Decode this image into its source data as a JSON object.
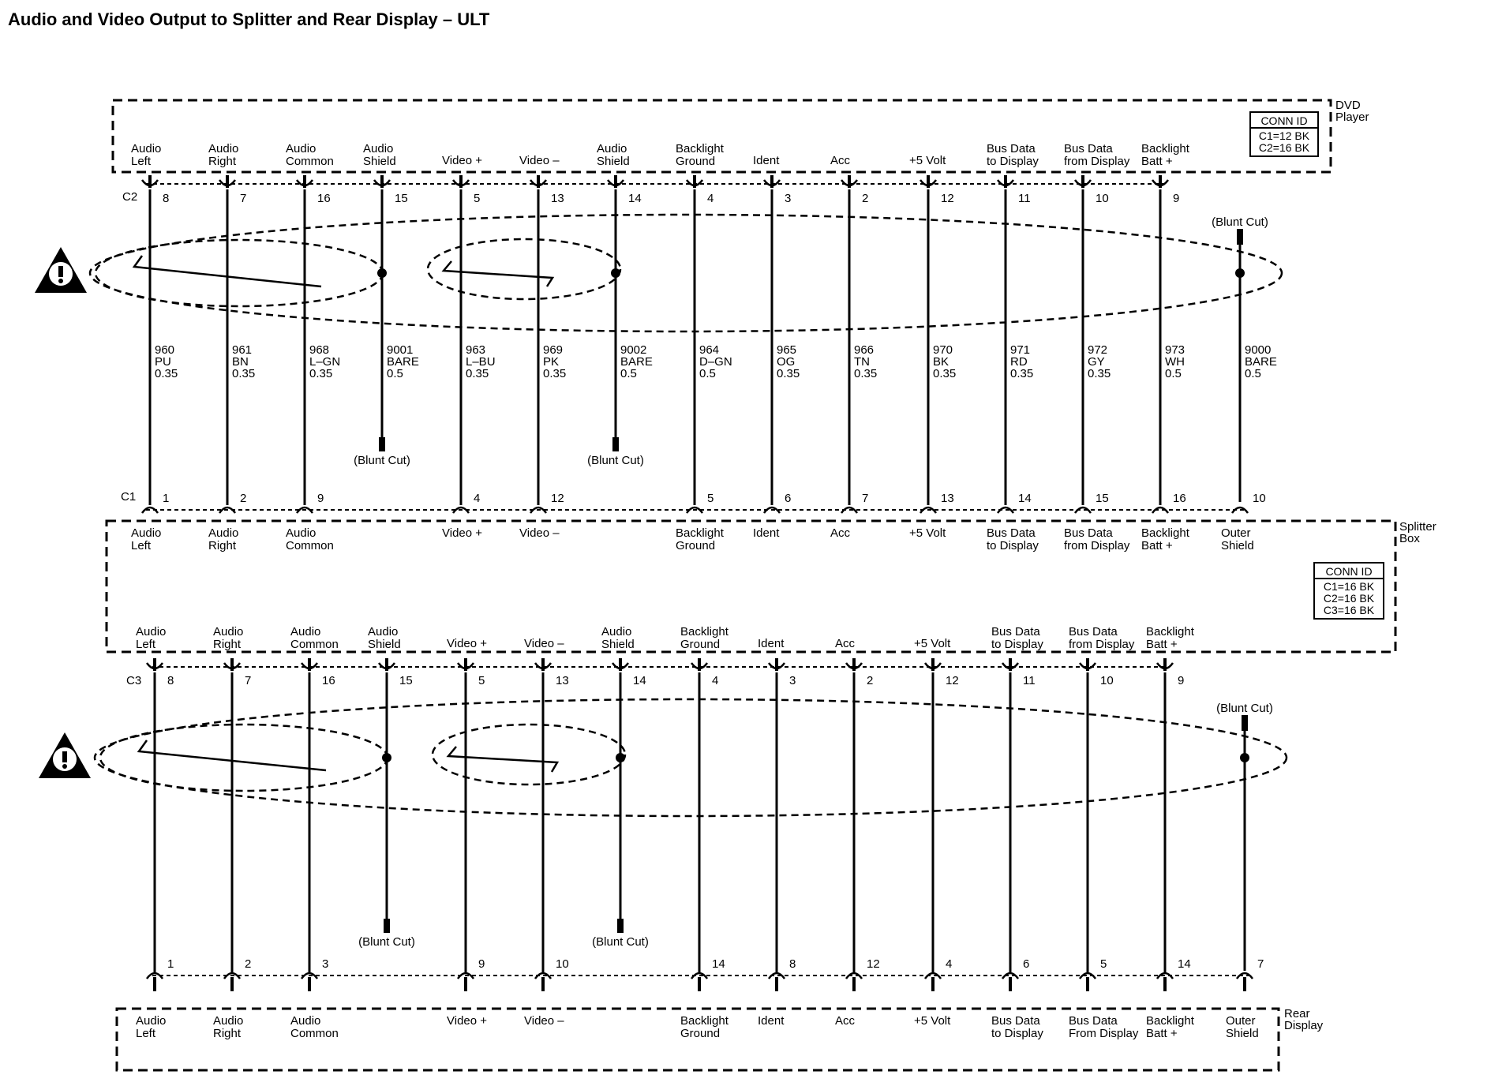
{
  "title": "Audio and Video Output to Splitter and Rear Display – ULT",
  "components": {
    "dvd": [
      "DVD",
      "Player"
    ],
    "splitter": [
      "Splitter",
      "Box"
    ],
    "rear": [
      "Rear",
      "Display"
    ]
  },
  "connector_tables": {
    "dvd": {
      "header": "CONN ID",
      "rows": [
        "C1=12 BK",
        "C2=16 BK"
      ]
    },
    "splitter": {
      "header": "CONN ID",
      "rows": [
        "C1=16 BK",
        "C2=16 BK",
        "C3=16 BK"
      ]
    }
  },
  "connectors": {
    "dvd_c2": "C2",
    "split_c1": "C1",
    "split_c3": "C3"
  },
  "blunt_cut": "(Blunt Cut)",
  "warning_icon": "caution-icon",
  "circuits": [
    {
      "id": "audio-left",
      "label": [
        "Audio",
        "Left"
      ],
      "bottom_label": [
        "Audio",
        "Left"
      ],
      "pins": {
        "dvd": "8",
        "split_in": "1",
        "split_out": "8",
        "rear": "1"
      },
      "wire": {
        "circuit": "960",
        "color": "PU",
        "size": "0.35"
      }
    },
    {
      "id": "audio-right",
      "label": [
        "Audio",
        "Right"
      ],
      "bottom_label": [
        "Audio",
        "Right"
      ],
      "pins": {
        "dvd": "7",
        "split_in": "2",
        "split_out": "7",
        "rear": "2"
      },
      "wire": {
        "circuit": "961",
        "color": "BN",
        "size": "0.35"
      }
    },
    {
      "id": "audio-common",
      "label": [
        "Audio",
        "Common"
      ],
      "bottom_label": [
        "Audio",
        "Common"
      ],
      "pins": {
        "dvd": "16",
        "split_in": "9",
        "split_out": "16",
        "rear": "3"
      },
      "wire": {
        "circuit": "968",
        "color": "L–GN",
        "size": "0.35"
      }
    },
    {
      "id": "audio-shield-1",
      "label": [
        "Audio",
        "Shield"
      ],
      "shield": true,
      "pins": {
        "dvd": "15",
        "split_out": "15"
      },
      "wire": {
        "circuit": "9001",
        "color": "BARE",
        "size": "0.5"
      }
    },
    {
      "id": "video-plus",
      "label": [
        "Video +"
      ],
      "bottom_label": [
        "Video +"
      ],
      "pins": {
        "dvd": "5",
        "split_in": "4",
        "split_out": "5",
        "rear": "9"
      },
      "wire": {
        "circuit": "963",
        "color": "L–BU",
        "size": "0.35"
      }
    },
    {
      "id": "video-minus",
      "label": [
        "Video –"
      ],
      "bottom_label": [
        "Video –"
      ],
      "pins": {
        "dvd": "13",
        "split_in": "12",
        "split_out": "13",
        "rear": "10"
      },
      "wire": {
        "circuit": "969",
        "color": "PK",
        "size": "0.35"
      }
    },
    {
      "id": "audio-shield-2",
      "label": [
        "Audio",
        "Shield"
      ],
      "shield": true,
      "pins": {
        "dvd": "14",
        "split_out": "14"
      },
      "wire": {
        "circuit": "9002",
        "color": "BARE",
        "size": "0.5"
      }
    },
    {
      "id": "backlight-ground",
      "label": [
        "Backlight",
        "Ground"
      ],
      "bottom_label": [
        "Backlight",
        "Ground"
      ],
      "pins": {
        "dvd": "4",
        "split_in": "5",
        "split_out": "4",
        "rear": "14"
      },
      "wire": {
        "circuit": "964",
        "color": "D–GN",
        "size": "0.5"
      }
    },
    {
      "id": "ident",
      "label": [
        "Ident"
      ],
      "bottom_label": [
        "Ident"
      ],
      "pins": {
        "dvd": "3",
        "split_in": "6",
        "split_out": "3",
        "rear": "8"
      },
      "wire": {
        "circuit": "965",
        "color": "OG",
        "size": "0.35"
      }
    },
    {
      "id": "acc",
      "label": [
        "Acc"
      ],
      "bottom_label": [
        "Acc"
      ],
      "pins": {
        "dvd": "2",
        "split_in": "7",
        "split_out": "2",
        "rear": "12"
      },
      "wire": {
        "circuit": "966",
        "color": "TN",
        "size": "0.35"
      }
    },
    {
      "id": "plus5-volt",
      "label": [
        "+5 Volt"
      ],
      "bottom_label": [
        "+5 Volt"
      ],
      "pins": {
        "dvd": "12",
        "split_in": "13",
        "split_out": "12",
        "rear": "4"
      },
      "wire": {
        "circuit": "970",
        "color": "BK",
        "size": "0.35"
      }
    },
    {
      "id": "bus-data-to-display",
      "label": [
        "Bus Data",
        "to Display"
      ],
      "bottom_label": [
        "Bus Data",
        "to Display"
      ],
      "pins": {
        "dvd": "11",
        "split_in": "14",
        "split_out": "11",
        "rear": "6"
      },
      "wire": {
        "circuit": "971",
        "color": "RD",
        "size": "0.35"
      }
    },
    {
      "id": "bus-data-from-display",
      "label": [
        "Bus Data",
        "from Display"
      ],
      "bottom_label": [
        "Bus Data",
        "from Display"
      ],
      "rear_label": [
        "Bus Data",
        "From Display"
      ],
      "pins": {
        "dvd": "10",
        "split_in": "15",
        "split_out": "10",
        "rear": "5"
      },
      "wire": {
        "circuit": "972",
        "color": "GY",
        "size": "0.35"
      }
    },
    {
      "id": "backlight-batt",
      "label": [
        "Backlight",
        "Batt +"
      ],
      "bottom_label": [
        "Backlight",
        "Batt +"
      ],
      "pins": {
        "dvd": "9",
        "split_in": "16",
        "split_out": "9",
        "rear": "14"
      },
      "wire": {
        "circuit": "973",
        "color": "WH",
        "size": "0.5"
      }
    },
    {
      "id": "outer-shield",
      "bottom_label": [
        "Outer",
        "Shield"
      ],
      "outer": true,
      "pins": {
        "split_in": "10",
        "rear": "7"
      },
      "wire": {
        "circuit": "9000",
        "color": "BARE",
        "size": "0.5"
      }
    }
  ]
}
